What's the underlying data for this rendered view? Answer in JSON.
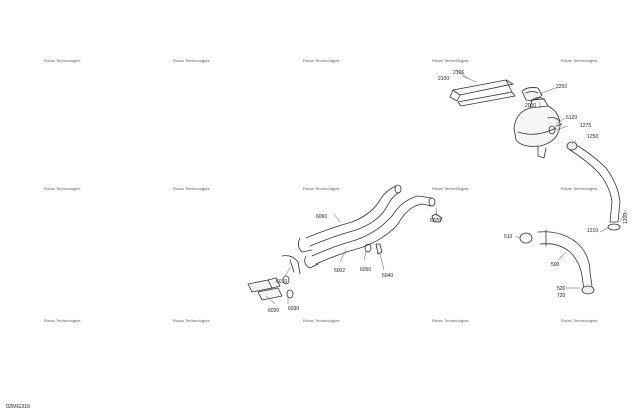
{
  "watermark": "Rotax Technologies",
  "diagram_id": "02MG316",
  "part_numbers": {
    "p2100": "2100",
    "p2106": "2106",
    "p2250": "2250",
    "p2000": "2000",
    "p6120": "6120",
    "p1275": "1275",
    "p1250": "1250",
    "p1200": "1200",
    "p1210": "1210",
    "p6060": "6060",
    "p6070": "6070",
    "p6002": "6002",
    "p6050": "6050",
    "p6040": "6040",
    "p6010": "6010",
    "p6020": "6020",
    "p6030": "6030",
    "p510": "510",
    "p500": "500",
    "p520": "520",
    "p720": "720"
  }
}
